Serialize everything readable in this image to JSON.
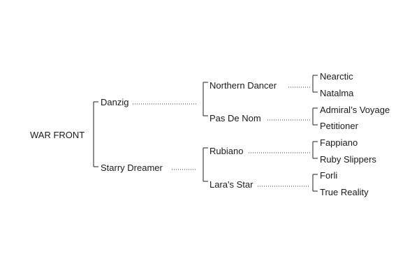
{
  "pedigree": {
    "subject": "WAR FRONT",
    "sire": {
      "name": "Danzig",
      "sire": {
        "name": "Northern Dancer",
        "sire": {
          "name": "Nearctic"
        },
        "dam": {
          "name": "Natalma"
        }
      },
      "dam": {
        "name": "Pas De Nom",
        "sire": {
          "name": "Admiral’s Voyage"
        },
        "dam": {
          "name": "Petitioner"
        }
      }
    },
    "dam": {
      "name": "Starry Dreamer",
      "sire": {
        "name": "Rubiano",
        "sire": {
          "name": "Fappiano"
        },
        "dam": {
          "name": "Ruby Slippers"
        }
      },
      "dam": {
        "name": "Lara's Star",
        "sire": {
          "name": "Forli"
        },
        "dam": {
          "name": "True Reality"
        }
      }
    }
  }
}
